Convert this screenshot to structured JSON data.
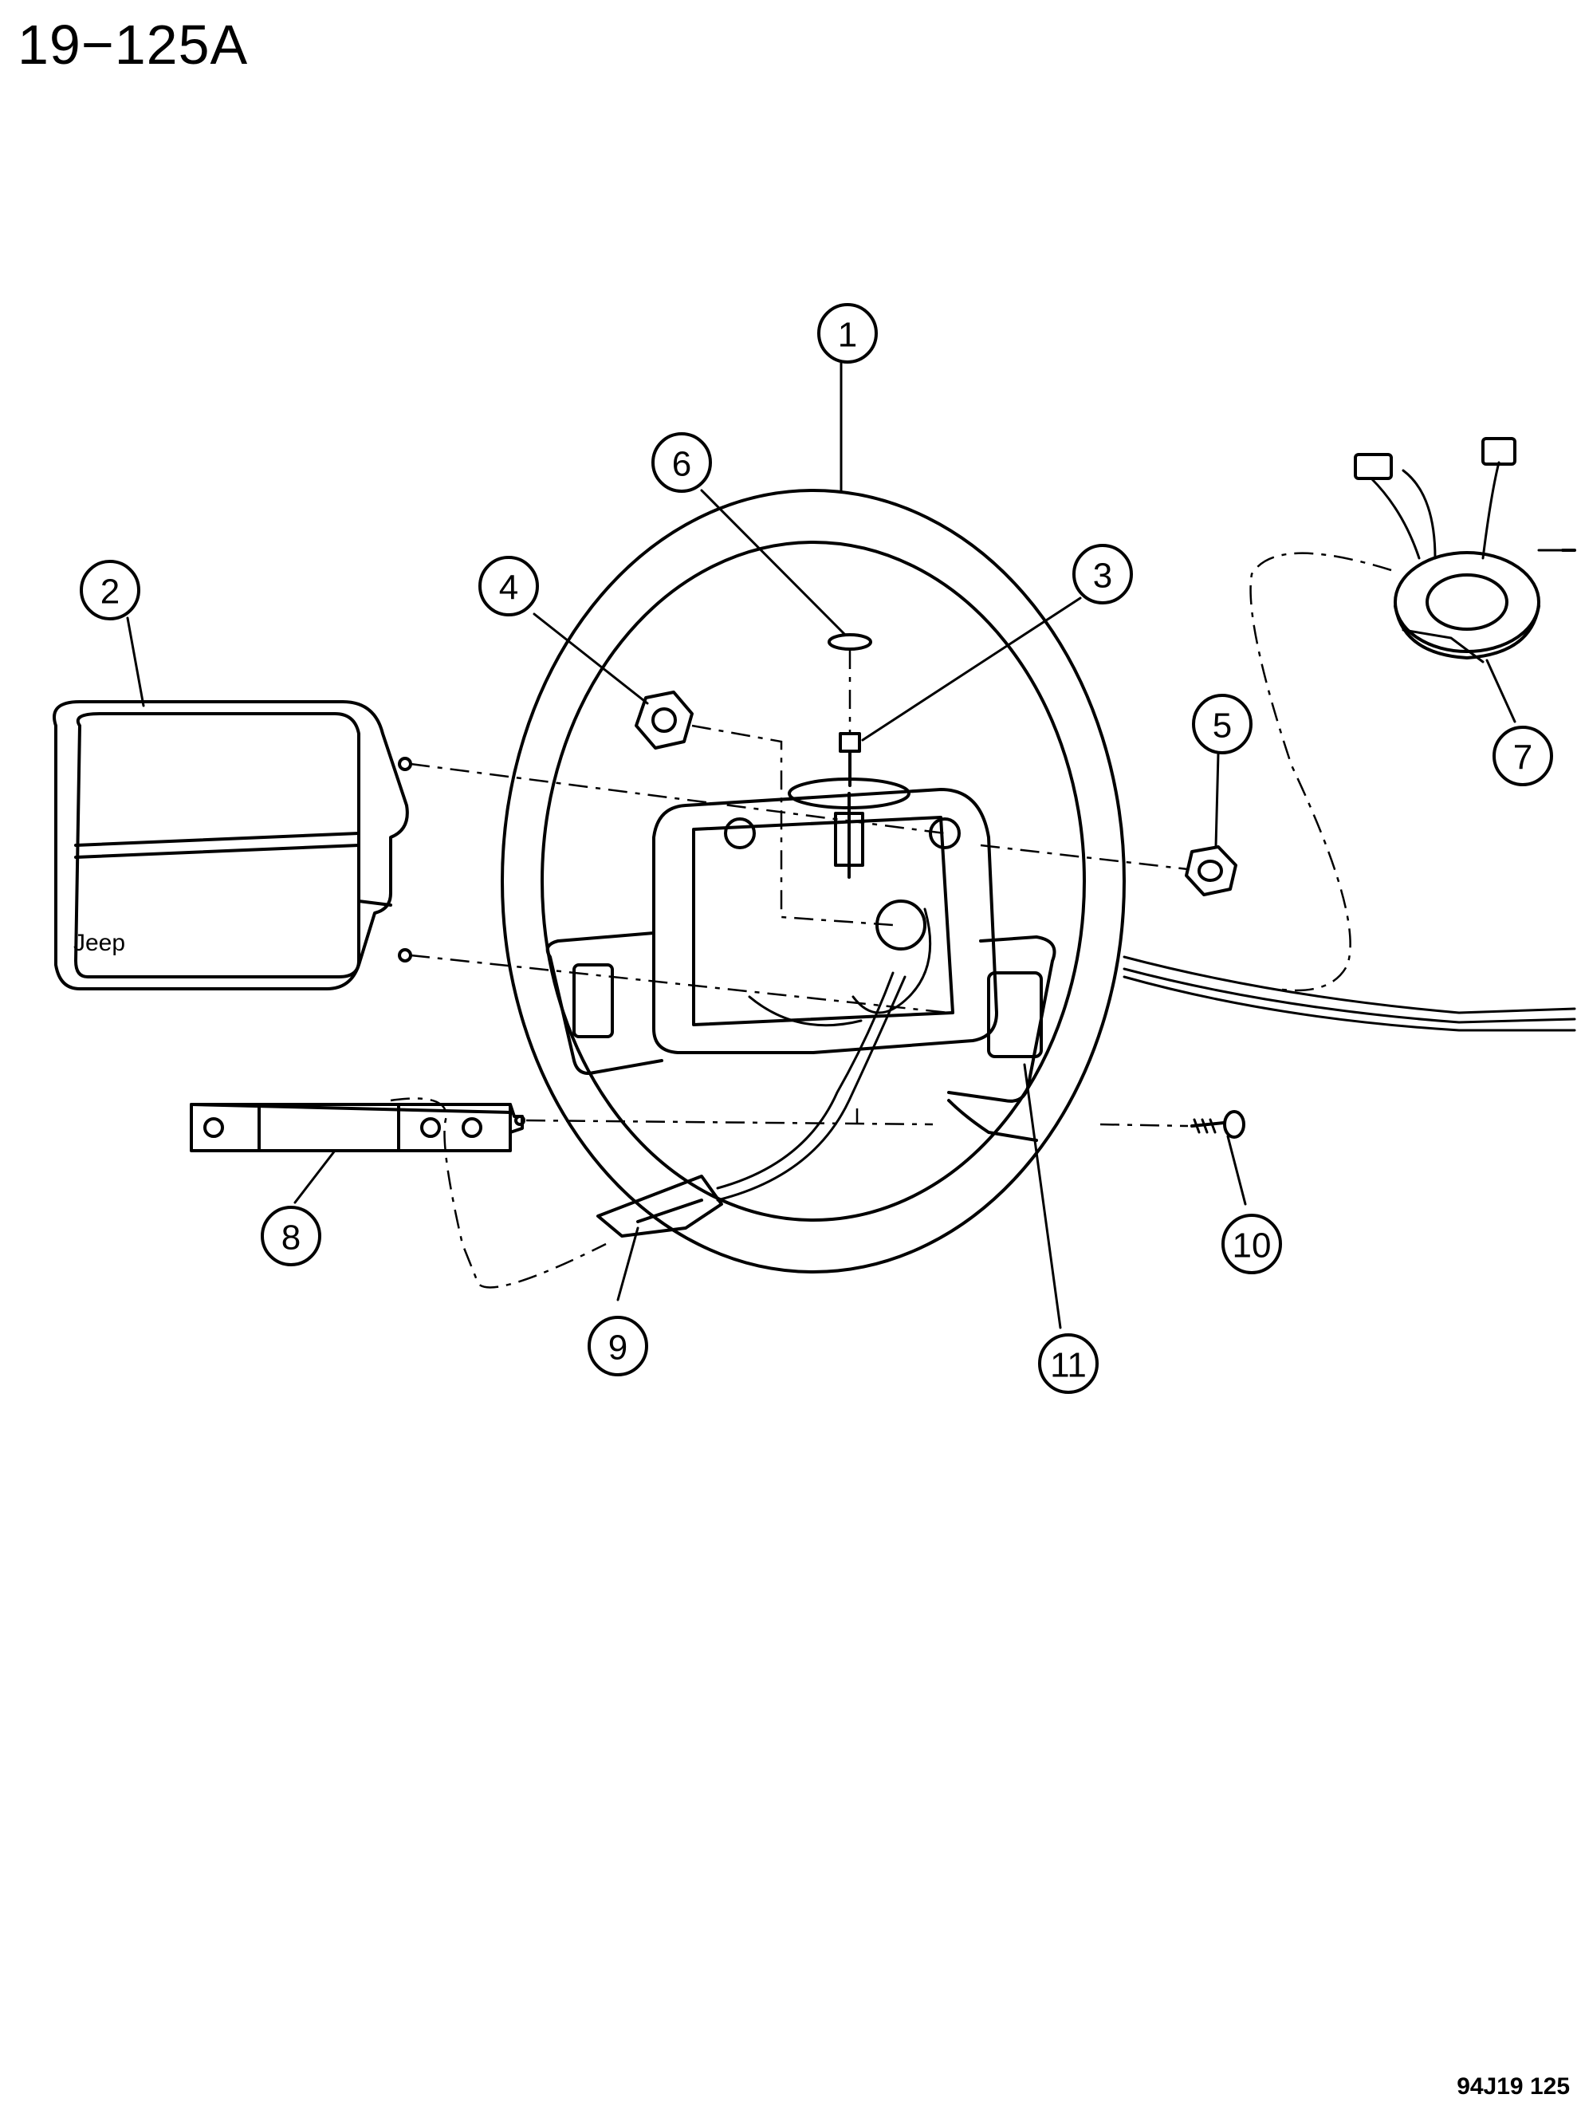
{
  "page_code": "19−125A",
  "figure_ref": "94J19  125",
  "logo_text": "Jeep",
  "callouts": [
    {
      "key": "c1",
      "label": "1"
    },
    {
      "key": "c2",
      "label": "2"
    },
    {
      "key": "c3",
      "label": "3"
    },
    {
      "key": "c4",
      "label": "4"
    },
    {
      "key": "c5",
      "label": "5"
    },
    {
      "key": "c6",
      "label": "6"
    },
    {
      "key": "c7",
      "label": "7"
    },
    {
      "key": "c8",
      "label": "8"
    },
    {
      "key": "c9",
      "label": "9"
    },
    {
      "key": "c10",
      "label": "10"
    },
    {
      "key": "c11",
      "label": "11"
    }
  ]
}
